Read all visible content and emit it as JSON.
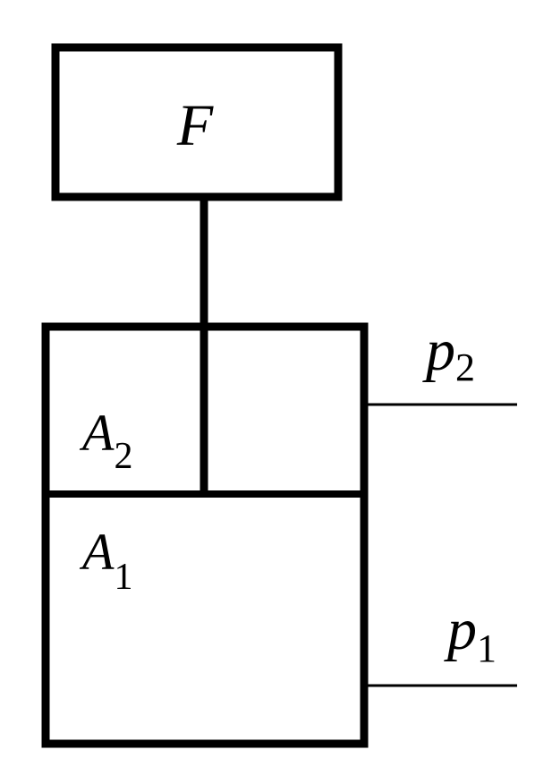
{
  "labels": {
    "force": "F",
    "area_upper_base": "A",
    "area_upper_sub": "2",
    "area_lower_base": "A",
    "area_lower_sub": "1",
    "pressure_upper_base": "p",
    "pressure_upper_sub": "2",
    "pressure_lower_base": "p",
    "pressure_lower_sub": "1"
  },
  "colors": {
    "stroke": "#000000",
    "background": "#ffffff"
  }
}
